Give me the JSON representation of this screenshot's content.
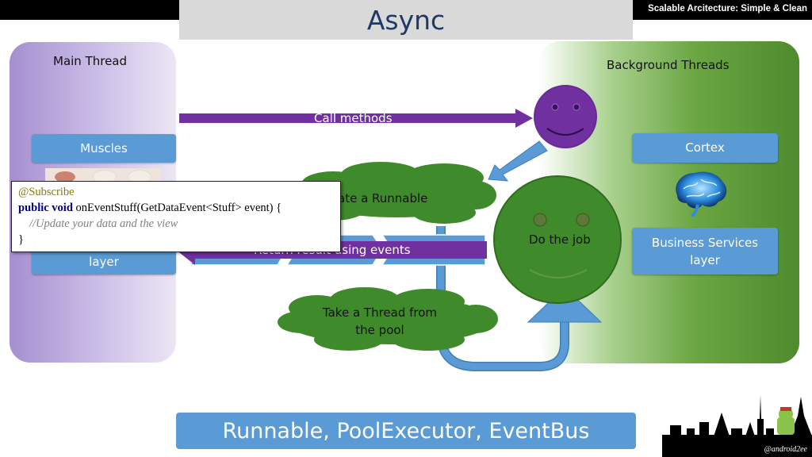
{
  "header": {
    "brand": "Scalable Arcitecture: Simple & Clean",
    "title": "Async"
  },
  "left_panel": {
    "title": "Main Thread",
    "muscles": "Muscles",
    "layer": "layer"
  },
  "right_panel": {
    "title": "Background Threads",
    "cortex": "Cortex",
    "services_line1": "Business Services",
    "services_line2": "layer"
  },
  "arrows": {
    "call": "Call methods",
    "return": "Return result using events"
  },
  "clouds": {
    "runnable": "ate a Runnable",
    "pool_line1": "Take a Thread from",
    "pool_line2": "the pool"
  },
  "worker": {
    "label": "Do the job"
  },
  "code": {
    "annotation": "@Subscribe",
    "keyword": "public void",
    "signature": " onEventStuff(GetDataEvent<Stuff> event) {",
    "comment": "//Update your data and the view",
    "close": "}"
  },
  "footer": {
    "banner": "Runnable, PoolExecutor, EventBus",
    "credit": "@android2ee"
  },
  "colors": {
    "accent_blue": "#5b9bd5",
    "arrow_purple": "#7030a0",
    "cloud_green": "#3f8a2a"
  }
}
